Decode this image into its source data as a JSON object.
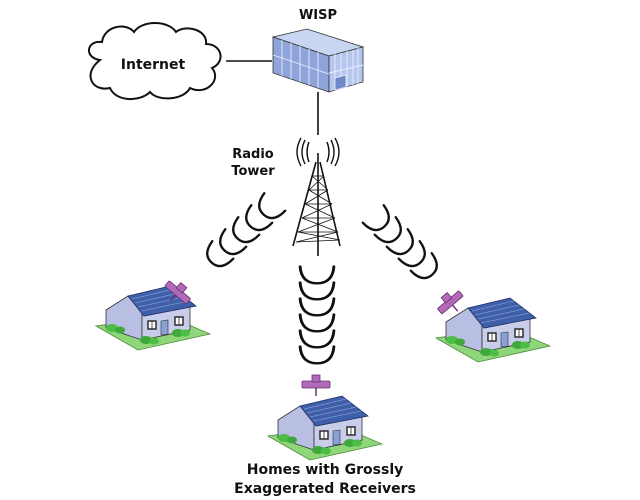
{
  "diagram": {
    "title": "",
    "nodes": {
      "internet": {
        "label": "Internet",
        "shape": "cloud-icon"
      },
      "wisp": {
        "label": "WISP",
        "shape": "building-icon"
      },
      "tower": {
        "label_line1": "Radio",
        "label_line2": "Tower",
        "shape": "radio-tower-icon"
      },
      "homes": {
        "label_line1": "Homes with Grossly",
        "label_line2": "Exaggerated Receivers",
        "count": 3,
        "shape": "house-icon"
      }
    },
    "edges": [
      {
        "from": "internet",
        "to": "wisp",
        "style": "line"
      },
      {
        "from": "wisp",
        "to": "tower",
        "style": "line"
      },
      {
        "from": "tower",
        "to": "home-left",
        "style": "radio-waves"
      },
      {
        "from": "tower",
        "to": "home-center",
        "style": "radio-waves"
      },
      {
        "from": "tower",
        "to": "home-right",
        "style": "radio-waves"
      }
    ],
    "colors": {
      "building": "#a9bde8",
      "building_dark": "#7f97d0",
      "house_wall": "#c5cbe8",
      "roof": "#3f5fa8",
      "receiver": "#b06ab8",
      "grass": "#8fd67a",
      "bush": "#3fa83a",
      "ink": "#111111"
    }
  }
}
